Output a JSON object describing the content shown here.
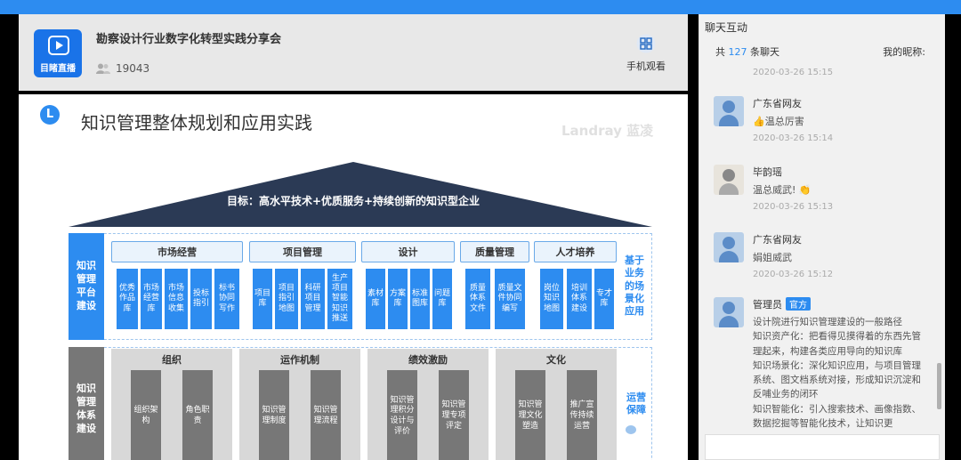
{
  "app": {
    "title": "勘察设计行业数字化转型实践分享会",
    "viewer_count": "19043",
    "logo_text": "目睹直播",
    "mobile_label": "手机观看",
    "accent": "#2d8cf0"
  },
  "slide": {
    "badge": "L",
    "title": "知识管理整体规划和应用实践",
    "watermark": "Landray 蓝凌",
    "goal": "目标：高水平技术+优质服务+持续创新的知识型企业",
    "platform_label": "知识管理平台建设",
    "system_label": "知识管理体系建设",
    "scene_label": "基于业务的场景化应用",
    "ops_label": "运营保障",
    "categories": [
      "市场经营",
      "项目管理",
      "设计",
      "质量管理",
      "人才培养"
    ],
    "items": [
      "优秀作品库",
      "市场经营库",
      "市场信息收集",
      "投标指引",
      "标书协同写作",
      "项目库",
      "项目指引地图",
      "科研项目管理",
      "生产项目智能知识推送",
      "素材库",
      "方案库",
      "标准图库",
      "问题库",
      "质量体系文件",
      "质量文件协同编写",
      "岗位知识地图",
      "培训体系建设",
      "专才库"
    ],
    "groups": [
      {
        "title": "组织",
        "cols": [
          "组织架构",
          "角色职责"
        ]
      },
      {
        "title": "运作机制",
        "cols": [
          "知识管理制度",
          "知识管理流程"
        ]
      },
      {
        "title": "绩效激励",
        "cols": [
          "知识管理积分设计与评价",
          "知识管理专项评定"
        ]
      },
      {
        "title": "文化",
        "cols": [
          "知识管理文化塑造",
          "推广宣传持续运营"
        ]
      }
    ]
  },
  "chat": {
    "title": "聊天互动",
    "count_prefix": "共",
    "count": "127",
    "count_suffix": "条聊天",
    "nick_label": "我的昵称:",
    "top_time": "2020-03-26 15:15",
    "messages": [
      {
        "user": "广东省网友",
        "text": "👍温总厉害",
        "time": "2020-03-26 15:14"
      },
      {
        "user": "毕韵瑶",
        "text": "温总威武! 👏",
        "time": "2020-03-26 15:13"
      },
      {
        "user": "广东省网友",
        "text": "娟姐威武",
        "time": "2020-03-26 15:12"
      },
      {
        "user": "管理员",
        "tag": "官方",
        "text": "设计院进行知识管理建设的一般路径\n知识资产化：把看得见摸得着的东西先管理起来，构建各类应用导向的知识库\n知识场景化：深化知识应用，与项目管理系统、图文档系统对接，形成知识沉淀和反哺业务的闭环\n知识智能化：引入搜索技术、画像指数、数据挖掘等智能化技术，让知识更"
      }
    ]
  }
}
